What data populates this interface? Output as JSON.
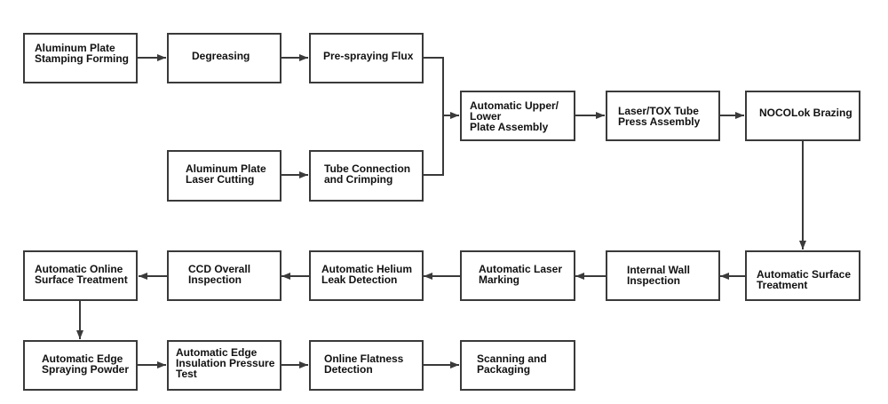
{
  "steps": [
    {
      "label": "Aluminum Plate\nStamping Forming"
    },
    {
      "label": "Degreasing"
    },
    {
      "label": "Pre-spraying Flux"
    },
    {
      "label": "Automatic Upper/\nLower\nPlate Assembly"
    },
    {
      "label": "Laser/TOX Tube\nPress Assembly"
    },
    {
      "label": "NOCOLok Brazing"
    },
    {
      "label": "Aluminum Plate\nLaser Cutting"
    },
    {
      "label": "Tube Connection\nand Crimping"
    },
    {
      "label": "Automatic Online\nSurface Treatment"
    },
    {
      "label": "CCD Overall\nInspection"
    },
    {
      "label": "Automatic Helium\nLeak Detection"
    },
    {
      "label": "Automatic Laser\nMarking"
    },
    {
      "label": "Internal Wall\nInspection"
    },
    {
      "label": "Automatic Surface\nTreatment"
    },
    {
      "label": "Automatic Edge\nSpraying Powder"
    },
    {
      "label": "Automatic Edge\nInsulation Pressure\nTest"
    },
    {
      "label": "Online Flatness\nDetection"
    },
    {
      "label": "Scanning and\nPackaging"
    }
  ]
}
